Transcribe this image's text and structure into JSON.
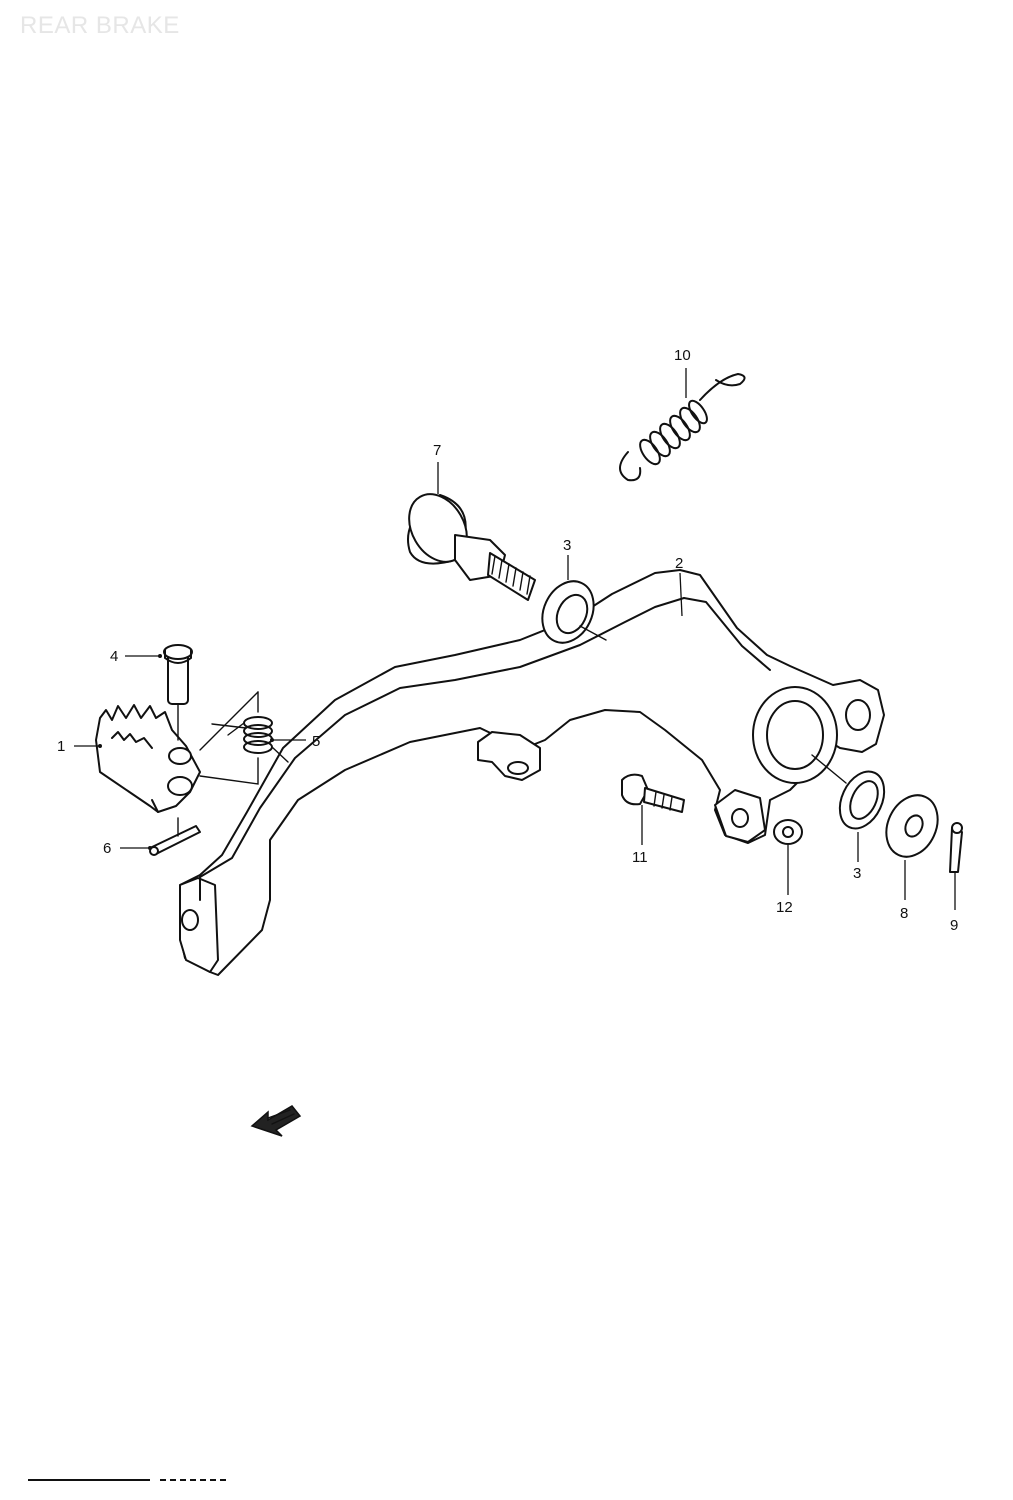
{
  "title": "REAR BRAKE",
  "callouts": [
    {
      "id": "c1",
      "label": "1"
    },
    {
      "id": "c2",
      "label": "2"
    },
    {
      "id": "c3a",
      "label": "3"
    },
    {
      "id": "c3b",
      "label": "3"
    },
    {
      "id": "c4",
      "label": "4"
    },
    {
      "id": "c5",
      "label": "5"
    },
    {
      "id": "c6",
      "label": "6"
    },
    {
      "id": "c7",
      "label": "7"
    },
    {
      "id": "c8",
      "label": "8"
    },
    {
      "id": "c9",
      "label": "9"
    },
    {
      "id": "c10",
      "label": "10"
    },
    {
      "id": "c11",
      "label": "11"
    },
    {
      "id": "c12",
      "label": "12"
    }
  ],
  "icons": {
    "front_arrow": "front-direction-arrow-icon"
  }
}
